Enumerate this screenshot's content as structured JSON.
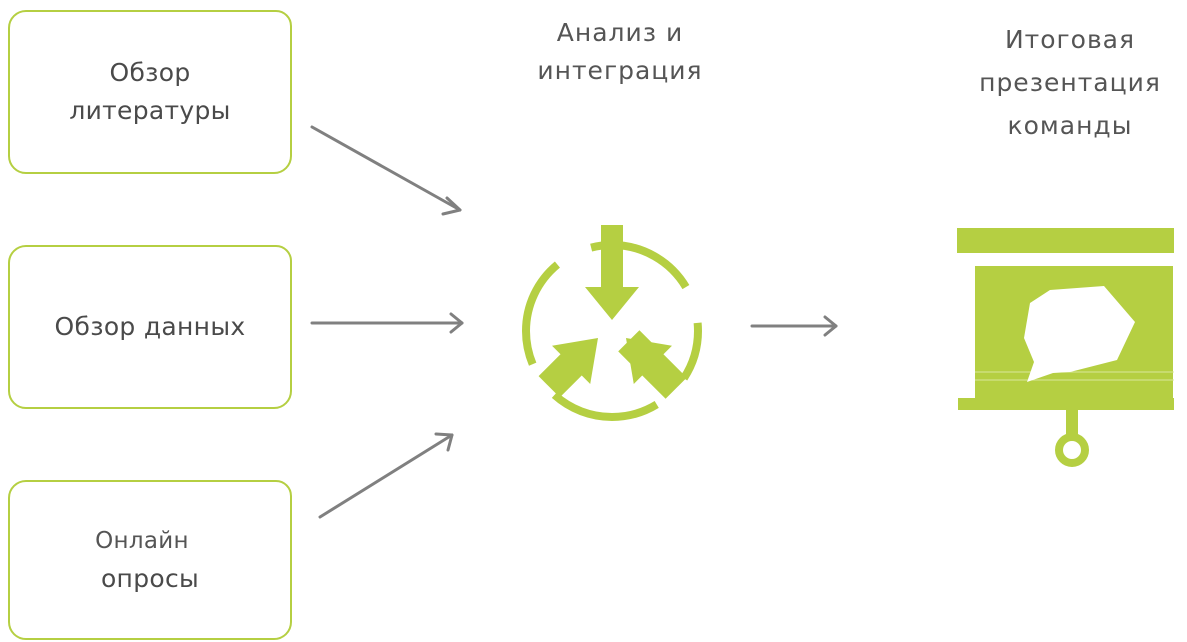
{
  "colors": {
    "accent": "#b5cf42",
    "arrow": "#808080",
    "text": "#4a4a4a"
  },
  "sources": [
    {
      "lines": [
        "Обзор",
        "литературы"
      ]
    },
    {
      "lines": [
        "Обзор данных"
      ]
    },
    {
      "lines": [
        "Онлайн",
        "опросы"
      ]
    }
  ],
  "analysis": {
    "title_lines": [
      "Анализ и",
      "интеграция"
    ],
    "icon": "integration-icon"
  },
  "result": {
    "title_lines": [
      "Итоговая",
      "презентация",
      "команды"
    ],
    "icon": "presentation-board-icon"
  }
}
